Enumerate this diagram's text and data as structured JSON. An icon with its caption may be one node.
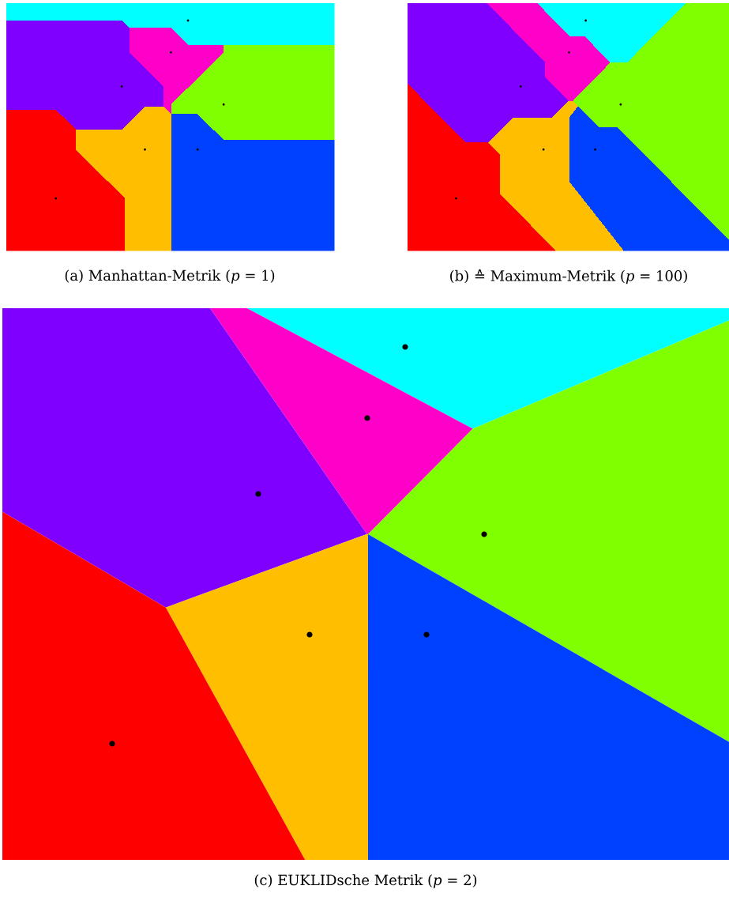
{
  "diagram": {
    "labels": [
      "(a) Manhattan-Metrik (*p* = 1)",
      "(b) ≙ Maximum-Metrik (*p* = 100)",
      "(c) EUKLIDsche Metrik (*p* = 2)"
    ]
  }
}
